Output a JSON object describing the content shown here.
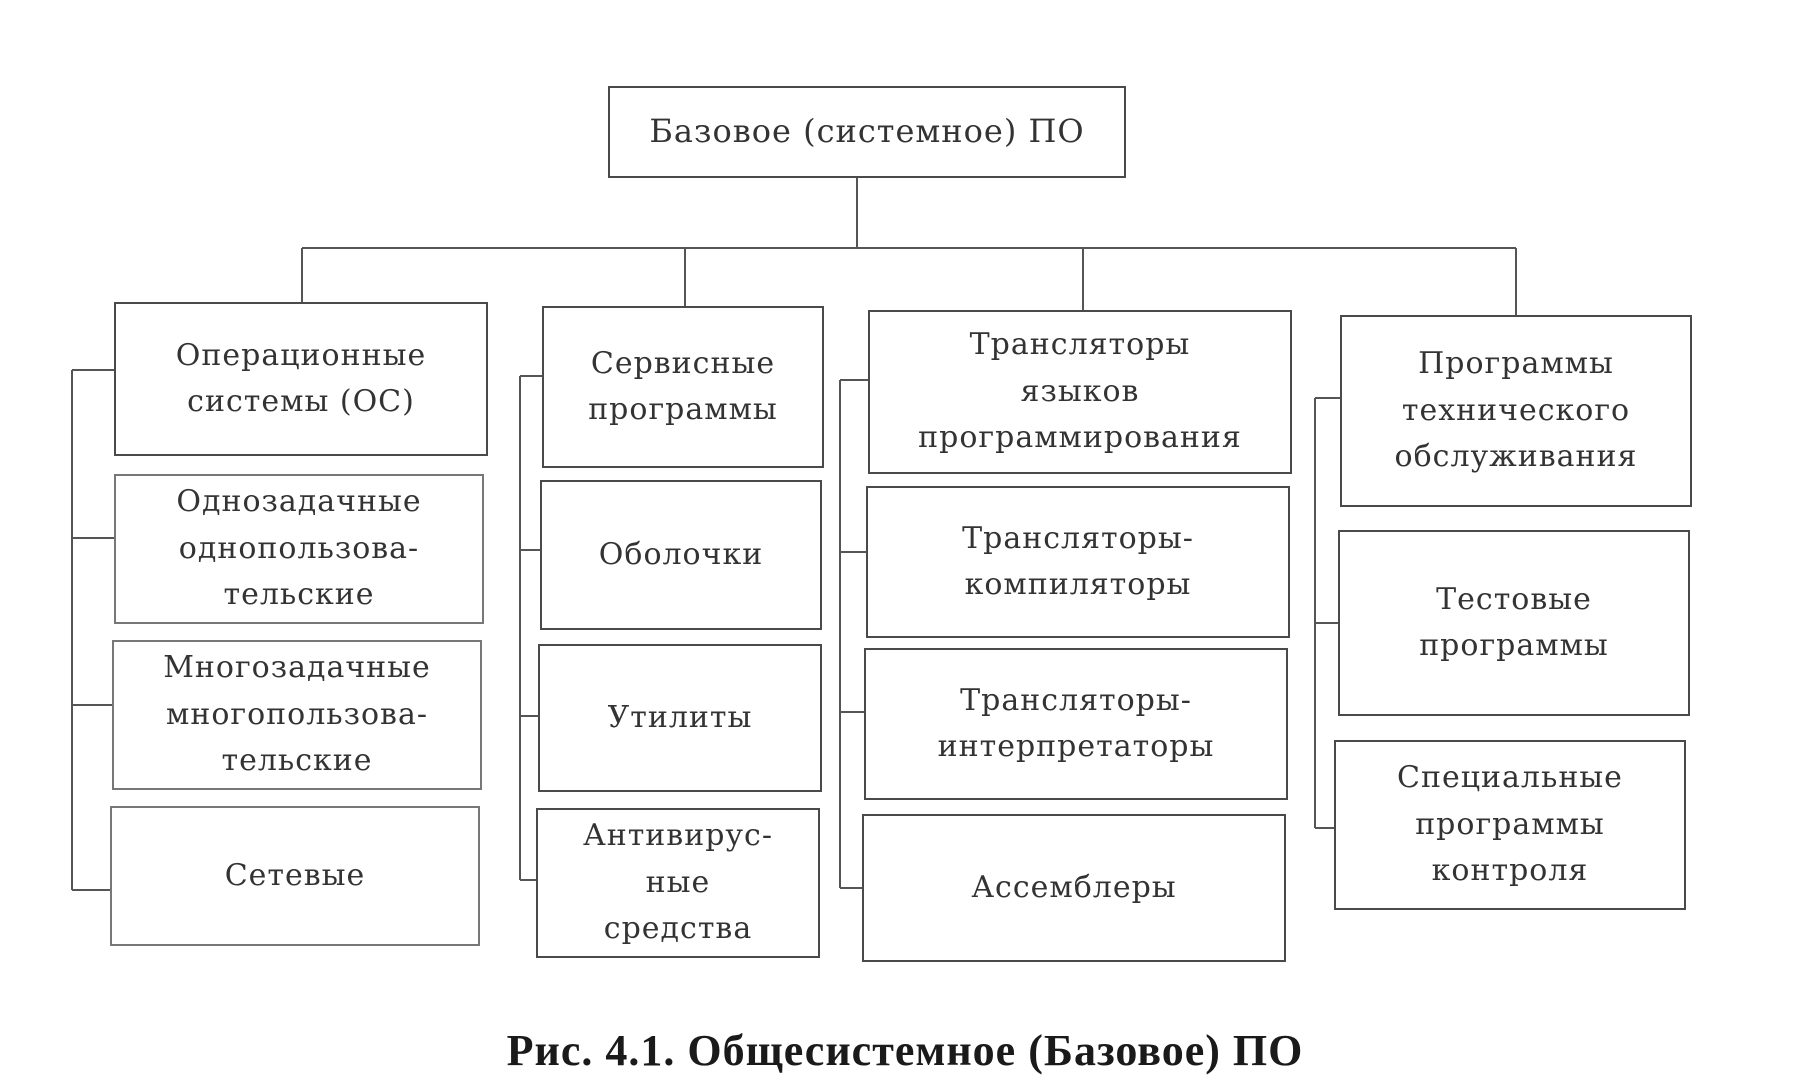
{
  "root": "Базовое (системное) ПО",
  "columns": [
    {
      "header": "Операционные\nсистемы (ОС)",
      "items": [
        "Однозадачные\nоднопользова-\nтельские",
        "Многозадачные\nмногопользова-\nтельские",
        "Сетевые"
      ]
    },
    {
      "header": "Сервисные\nпрограммы",
      "items": [
        "Оболочки",
        "Утилиты",
        "Антивирус-\nные\nсредства"
      ]
    },
    {
      "header": "Трансляторы\nязыков\nпрограммирования",
      "items": [
        "Трансляторы-\nкомпиляторы",
        "Трансляторы-\nинтерпретаторы",
        "Ассемблеры"
      ]
    },
    {
      "header": "Программы\nтехнического\nобслуживания",
      "items": [
        "Тестовые\nпрограммы",
        "Специальные\nпрограммы\nконтроля"
      ]
    }
  ],
  "caption": "Рис. 4.1. Общесистемное (Базовое) ПО"
}
